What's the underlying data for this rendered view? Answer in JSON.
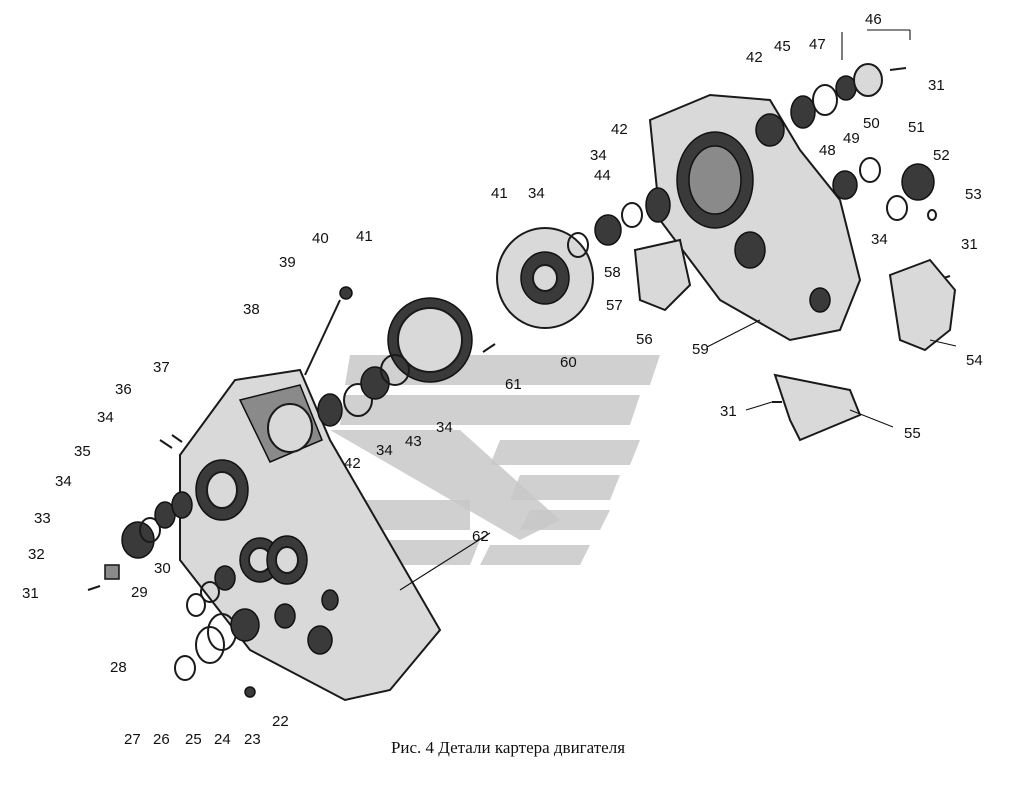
{
  "caption": "Рис. 4  Детали картера двигателя",
  "callouts": [
    "22",
    "23",
    "24",
    "25",
    "26",
    "27",
    "28",
    "29",
    "30",
    "31",
    "32",
    "33",
    "34",
    "35",
    "36",
    "37",
    "38",
    "39",
    "40",
    "41",
    "42",
    "43",
    "44",
    "45",
    "46",
    "47",
    "48",
    "49",
    "50",
    "51",
    "52",
    "53",
    "54",
    "55",
    "56",
    "57",
    "58",
    "59",
    "60",
    "61",
    "62"
  ]
}
